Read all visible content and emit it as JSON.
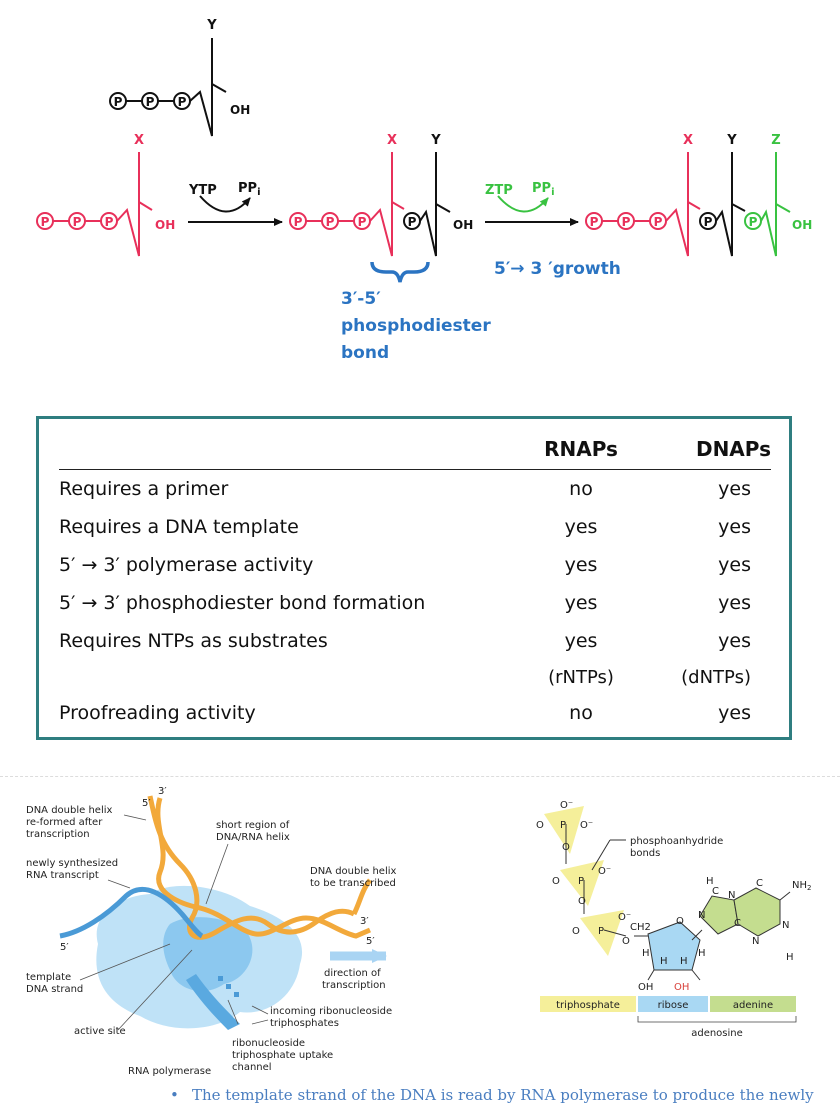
{
  "reaction": {
    "labels": {
      "Y": "Y",
      "X": "X",
      "Z": "Z",
      "OH": "OH",
      "P": "P",
      "YTP": "YTP",
      "ZTP": "ZTP",
      "PPi": "PP",
      "PPi_sub": "i"
    },
    "bond_label": [
      "3′-5′",
      "phosphodiester",
      "bond"
    ],
    "growth_label": "5′→ 3 ′growth",
    "colors": {
      "red": "#e8305a",
      "black": "#111111",
      "green": "#39c241",
      "blue": "#2b74c2"
    }
  },
  "comparison": {
    "headers": [
      "",
      "RNAPs",
      "DNAPs"
    ],
    "rows": [
      {
        "label": "Requires a primer",
        "rnap": "no",
        "dnap": "yes"
      },
      {
        "label": "Requires a DNA template",
        "rnap": "yes",
        "dnap": "yes"
      },
      {
        "label": "5′ → 3′ polymerase activity",
        "rnap": "yes",
        "dnap": "yes"
      },
      {
        "label": "5′ → 3′ phosphodiester bond formation",
        "rnap": "yes",
        "dnap": "yes"
      },
      {
        "label": "Requires NTPs as substrates",
        "rnap": "yes",
        "dnap": "yes"
      },
      {
        "label": "",
        "rnap": "(rNTPs)",
        "dnap": "(dNTPs)"
      },
      {
        "label": "Proofreading activity",
        "rnap": "no",
        "dnap": "yes"
      }
    ],
    "border_color": "#2f7e80"
  },
  "polymerase": {
    "labels": {
      "dna_reformed": [
        "DNA double helix",
        "re-formed after",
        "transcription"
      ],
      "rna_transcript": [
        "newly synthesized",
        "RNA transcript"
      ],
      "short_region": [
        "short region of",
        "DNA/RNA helix"
      ],
      "to_be_transcribed": [
        "DNA double helix",
        "to be transcribed"
      ],
      "template": [
        "template",
        "DNA strand"
      ],
      "active_site": "active site",
      "rna_polymerase": "RNA polymerase",
      "uptake": [
        "ribonucleoside",
        "triphosphate uptake",
        "channel"
      ],
      "incoming": [
        "incoming ribonucleoside",
        "triphosphates"
      ],
      "direction": [
        "direction of",
        "transcription"
      ],
      "five_prime": "5′",
      "three_prime": "3′"
    }
  },
  "atp": {
    "labels": {
      "phosphoanhydride": [
        "phosphoanhydride",
        "bonds"
      ],
      "nh2": "NH2",
      "O": "O",
      "O_minus": "O⁻",
      "P": "P",
      "CH2": "CH2",
      "N": "N",
      "C": "C",
      "H": "H",
      "OH": "OH"
    },
    "bar": {
      "triphosphate": "triphosphate",
      "ribose": "ribose",
      "adenine": "adenine",
      "adenosine": "adenosine"
    },
    "colors": {
      "triphosphate": "#f5ef9a",
      "ribose": "#a9d8f3",
      "adenine": "#c4dd8f"
    }
  },
  "note": {
    "text": "The template strand of the DNA is read by RNA polymerase to produce the newly"
  }
}
